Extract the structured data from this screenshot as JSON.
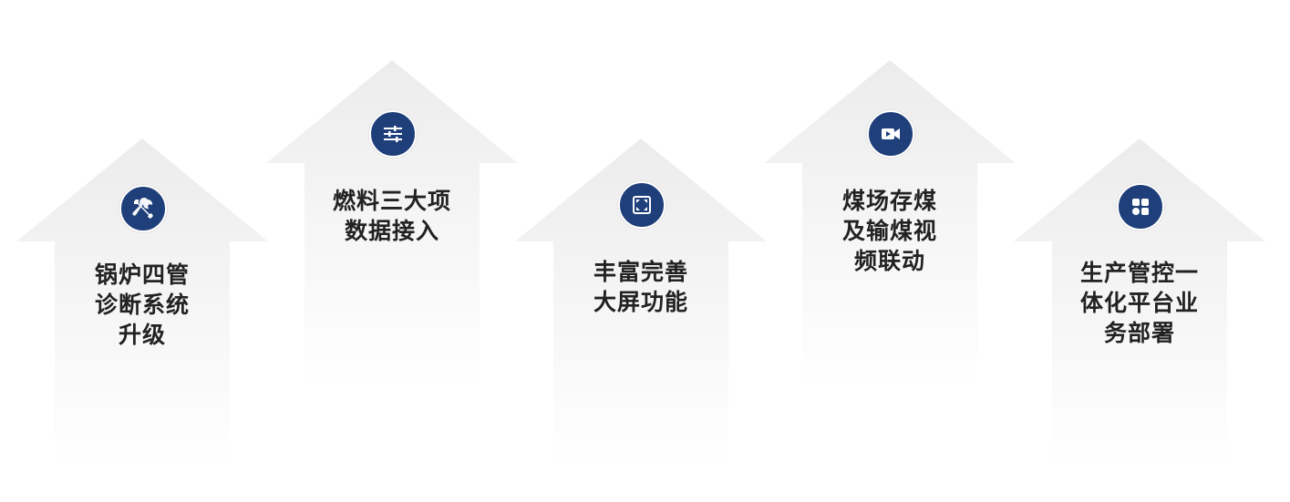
{
  "colors": {
    "arrow_top": "#ececec",
    "arrow_bottom": "#ffffff",
    "icon_bg": "#1f3f7a",
    "icon_fg": "#ffffff",
    "text": "#222222"
  },
  "items": [
    {
      "icon": "wrench-screwdriver-icon",
      "lines": [
        "锅炉四管",
        "诊断系统",
        "升级"
      ]
    },
    {
      "icon": "sliders-icon",
      "lines": [
        "燃料三大项",
        "数据接入"
      ]
    },
    {
      "icon": "fullscreen-icon",
      "lines": [
        "丰富完善",
        "大屏功能"
      ]
    },
    {
      "icon": "video-camera-icon",
      "lines": [
        "煤场存煤",
        "及输煤视",
        "频联动"
      ]
    },
    {
      "icon": "grid-apps-icon",
      "lines": [
        "生产管控一",
        "体化平台业",
        "务部署"
      ]
    }
  ]
}
